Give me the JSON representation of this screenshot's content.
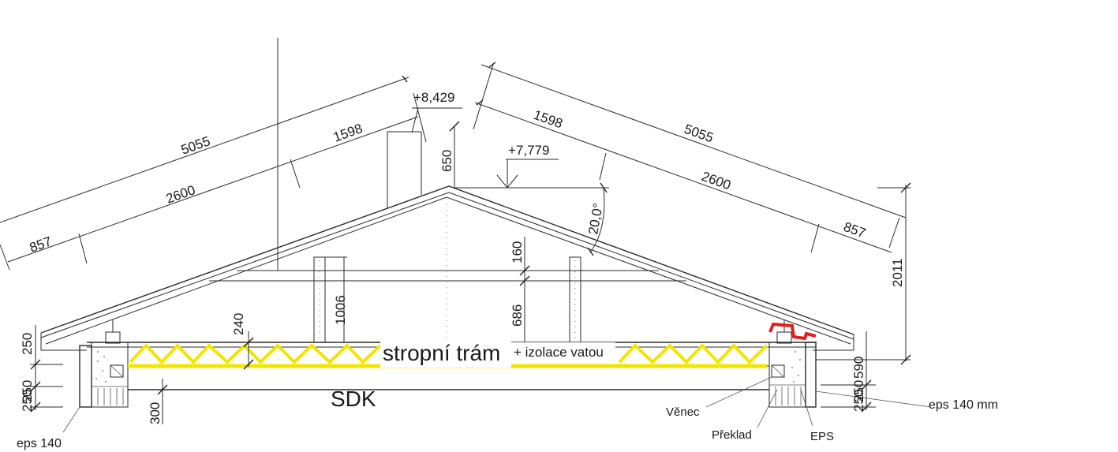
{
  "diagram": {
    "dimensions": {
      "left_rafter_total": "5055",
      "left_rafter_mid": "2600",
      "left_ridge_seg": "1598",
      "left_eave_seg": "857",
      "right_rafter_total": "5055",
      "right_rafter_mid": "2600",
      "right_ridge_seg": "1598",
      "right_eave_seg": "857",
      "ridge_elevation": "+8,429",
      "ridge_height_mark": "+7,779",
      "chimney_height": "650",
      "roof_pitch": "20,0°",
      "collar_height": "160",
      "post_height_right": "686",
      "post_height_left": "1006",
      "joist_height": "240",
      "left_eave_height": "250",
      "left_lintel_height": "250",
      "left_wall_top": "250",
      "ceiling_offset": "300",
      "total_roof_height": "2011",
      "right_eave_height": "590",
      "right_lintel_height": "250",
      "right_wall_top": "250"
    },
    "labels": {
      "ceiling_joist": "stropní trám",
      "insulation": "+ izolace vatou",
      "drywall": "SDK",
      "ring_beam": "Věnec",
      "lintel": "Překlad",
      "eps": "EPS",
      "eps_left": "eps 140",
      "eps_right": "eps 140 mm"
    },
    "colors": {
      "insulation": "#f2e600",
      "modification": "#e02020",
      "lines": "#2a2a2a"
    }
  }
}
